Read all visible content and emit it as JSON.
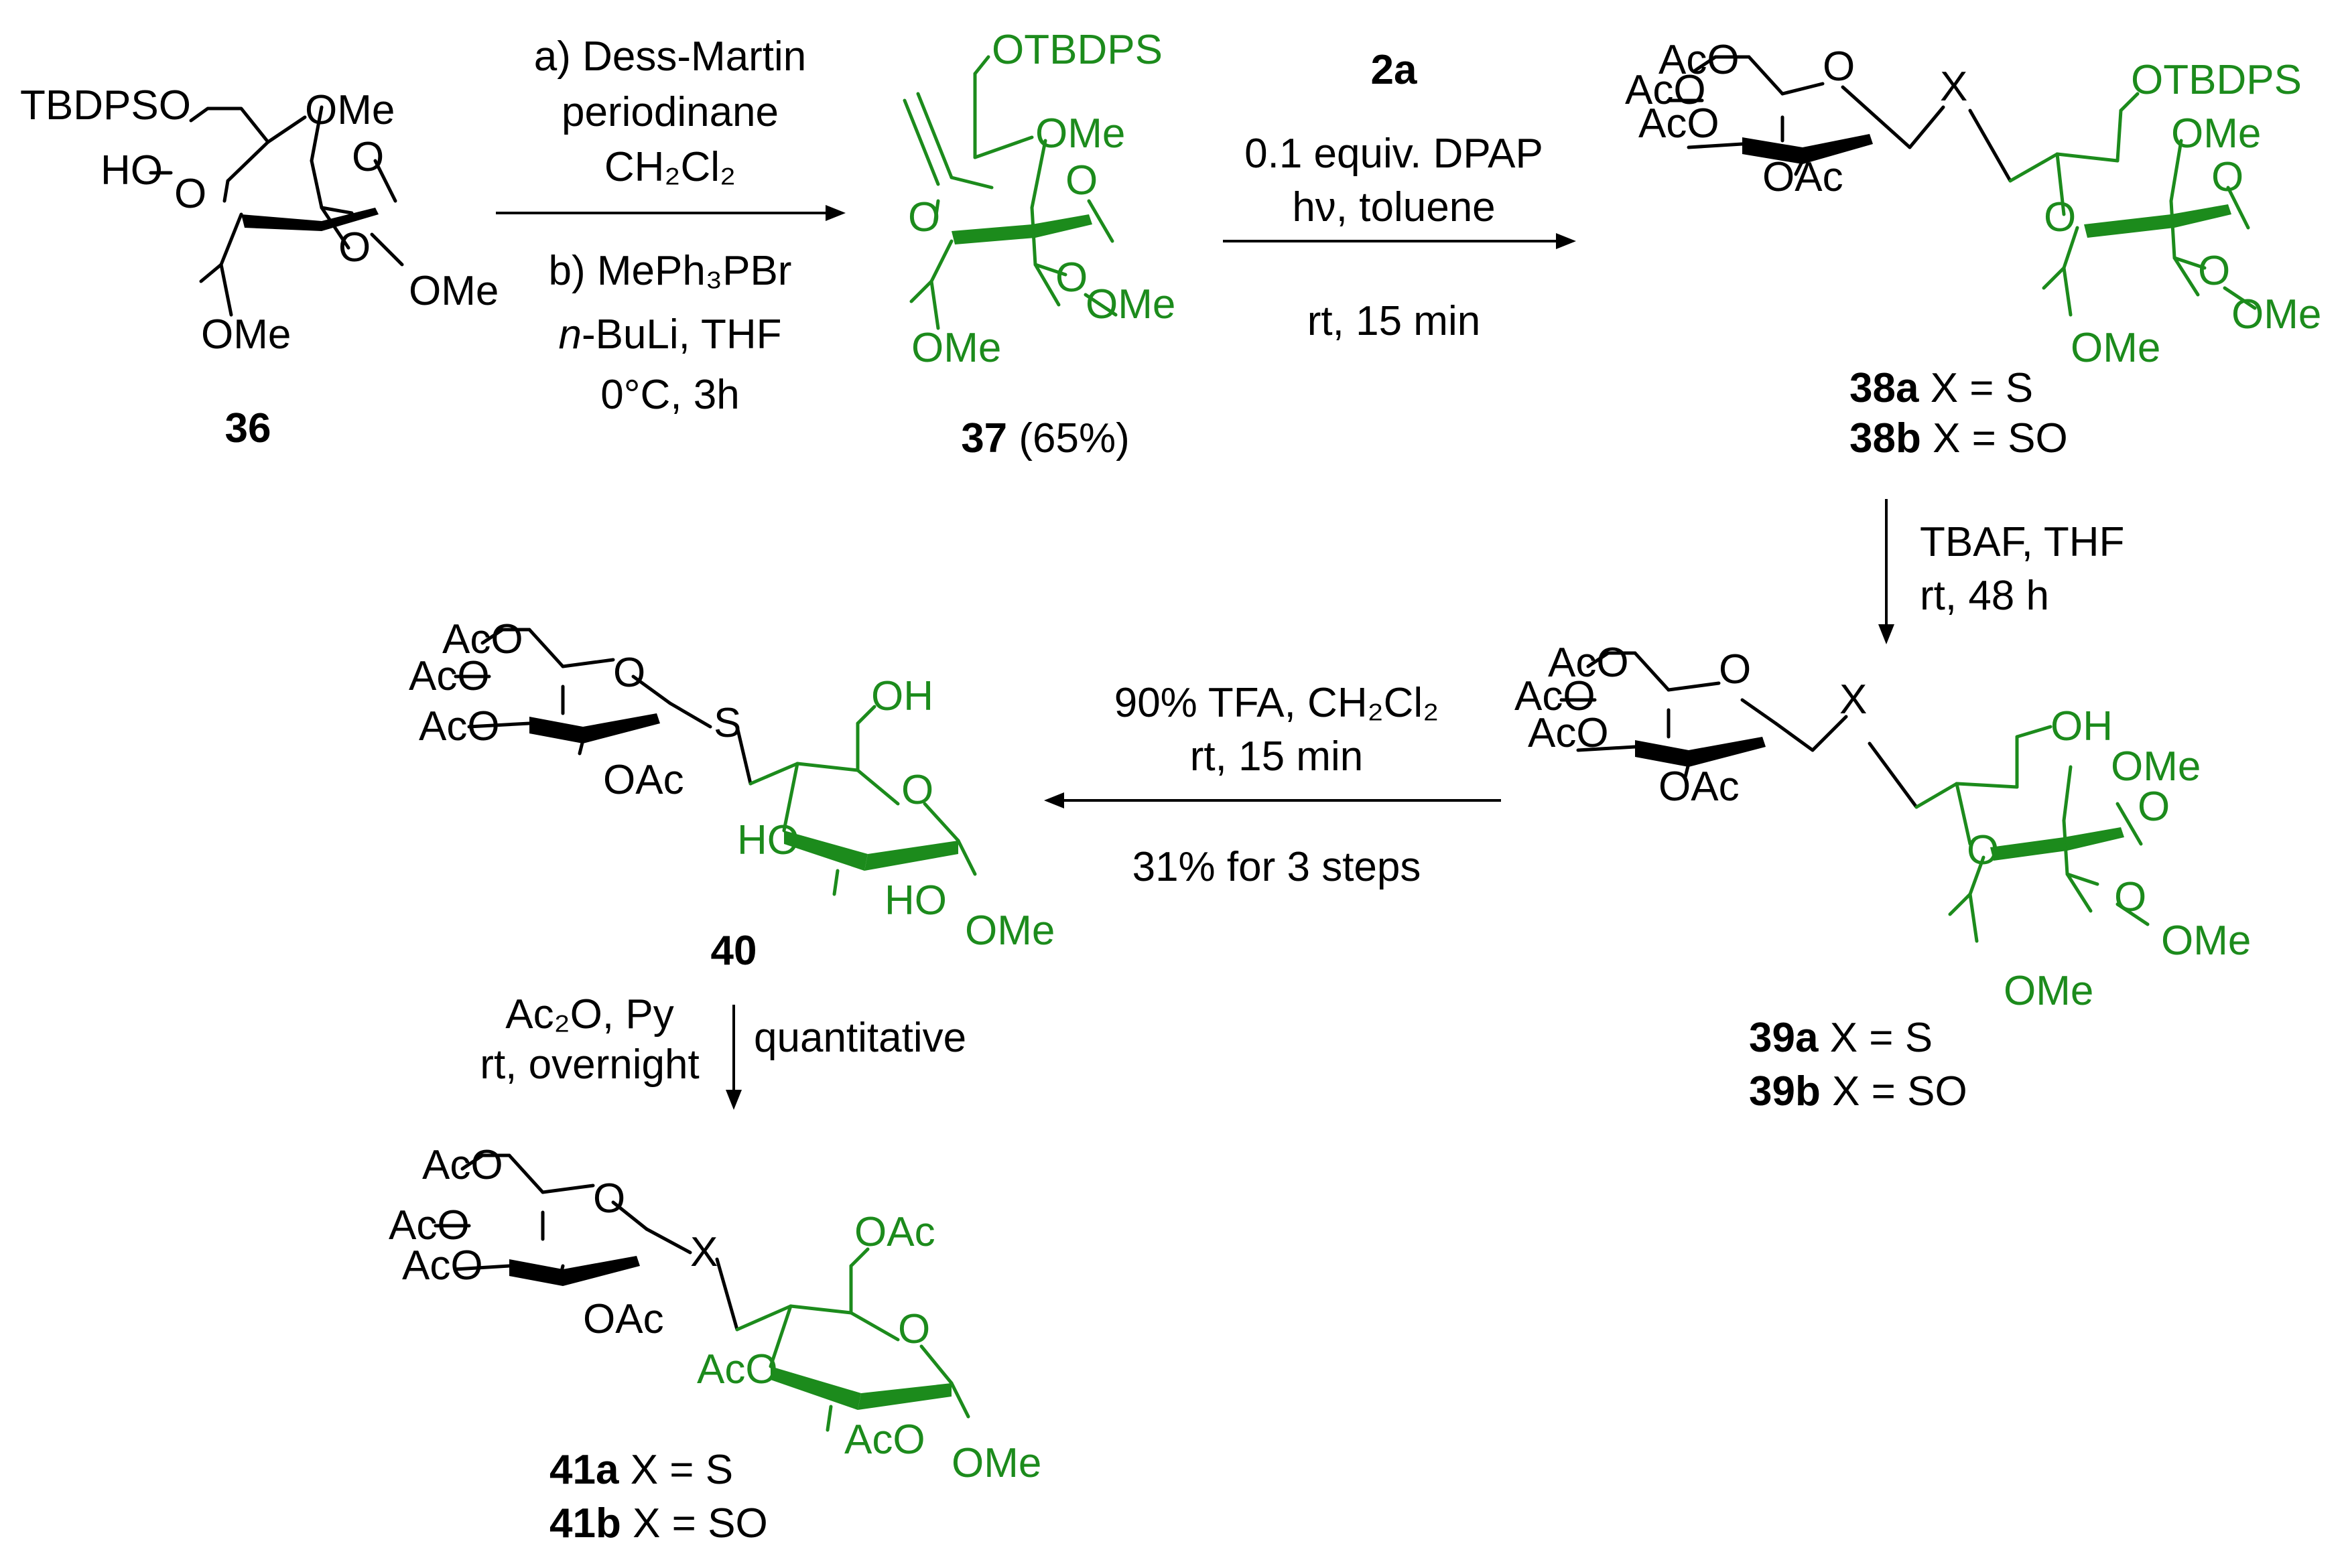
{
  "colors": {
    "text": "#000000",
    "highlight": "#1c8b1c",
    "background": "#ffffff"
  },
  "compounds": {
    "c36": {
      "label": "36",
      "atoms": {
        "tbdpso": "TBDPSO",
        "ho": "HO",
        "ome_top": "OMe",
        "o_ring": "O",
        "o_left": "O",
        "o_right": "O",
        "ome_right": "OMe",
        "ome_bottom": "OMe"
      }
    },
    "c37": {
      "label": "37",
      "yield": "(65%)",
      "atoms": {
        "otbdps": "OTBDPS",
        "ome_top": "OMe",
        "o_ring": "O",
        "o_left": "O",
        "o_right": "O",
        "ome_right": "OMe",
        "ome_bottom": "OMe"
      }
    },
    "c38": {
      "label_a": "38a",
      "text_a": "X = S",
      "label_b": "38b",
      "text_b": "X = SO",
      "atoms": {
        "aco1": "AcO",
        "aco2": "AcO",
        "aco3": "AcO",
        "o_ring": "O",
        "oac": "OAc",
        "x": "X",
        "otbdps": "OTBDPS",
        "ome_top": "OMe",
        "o_ring2": "O",
        "o_left": "O",
        "o_right": "O",
        "ome_right": "OMe",
        "ome_bottom": "OMe"
      }
    },
    "c39": {
      "label_a": "39a",
      "text_a": "X = S",
      "label_b": "39b",
      "text_b": "X = SO",
      "atoms": {
        "aco1": "AcO",
        "aco2": "AcO",
        "aco3": "AcO",
        "o_ring": "O",
        "oac": "OAc",
        "x": "X",
        "oh": "OH",
        "ome_top": "OMe",
        "o_ring2": "O",
        "o_left": "O",
        "o_right": "O",
        "ome_right": "OMe",
        "ome_bottom": "OMe"
      }
    },
    "c40": {
      "label": "40",
      "atoms": {
        "aco1": "AcO",
        "aco2": "AcO",
        "aco3": "AcO",
        "o_ring": "O",
        "oac": "OAc",
        "s": "S",
        "oh": "OH",
        "o_ring2": "O",
        "ho1": "HO",
        "ho2": "HO",
        "ome": "OMe"
      }
    },
    "c41": {
      "label_a": "41a",
      "text_a": "X = S",
      "label_b": "41b",
      "text_b": "X = SO",
      "atoms": {
        "aco1": "AcO",
        "aco2": "AcO",
        "aco3": "AcO",
        "o_ring": "O",
        "oac": "OAc",
        "x": "X",
        "oac_top": "OAc",
        "o_ring2": "O",
        "aco4": "AcO",
        "aco5": "AcO",
        "ome": "OMe"
      }
    }
  },
  "reactions": {
    "r1": {
      "line1": "a) Dess-Martin",
      "line2": "periodinane",
      "line3": "CH₂Cl₂",
      "line4": "b) MePh₃PBr",
      "line5_italic": "n",
      "line5": "-BuLi,  THF",
      "line6": "0°C, 3h"
    },
    "r2": {
      "reagent": "2a",
      "line1": "0.1 equiv. DPAP",
      "line2": "hν, toluene",
      "line3": "rt, 15 min"
    },
    "r3": {
      "line1": "TBAF, THF",
      "line2": "rt, 48 h"
    },
    "r4": {
      "line1": "90% TFA, CH₂Cl₂",
      "line2": "rt, 15 min",
      "line3": "31% for 3 steps"
    },
    "r5": {
      "line1": "Ac₂O, Py",
      "line2": "rt, overnight",
      "line3": "quantitative"
    }
  }
}
